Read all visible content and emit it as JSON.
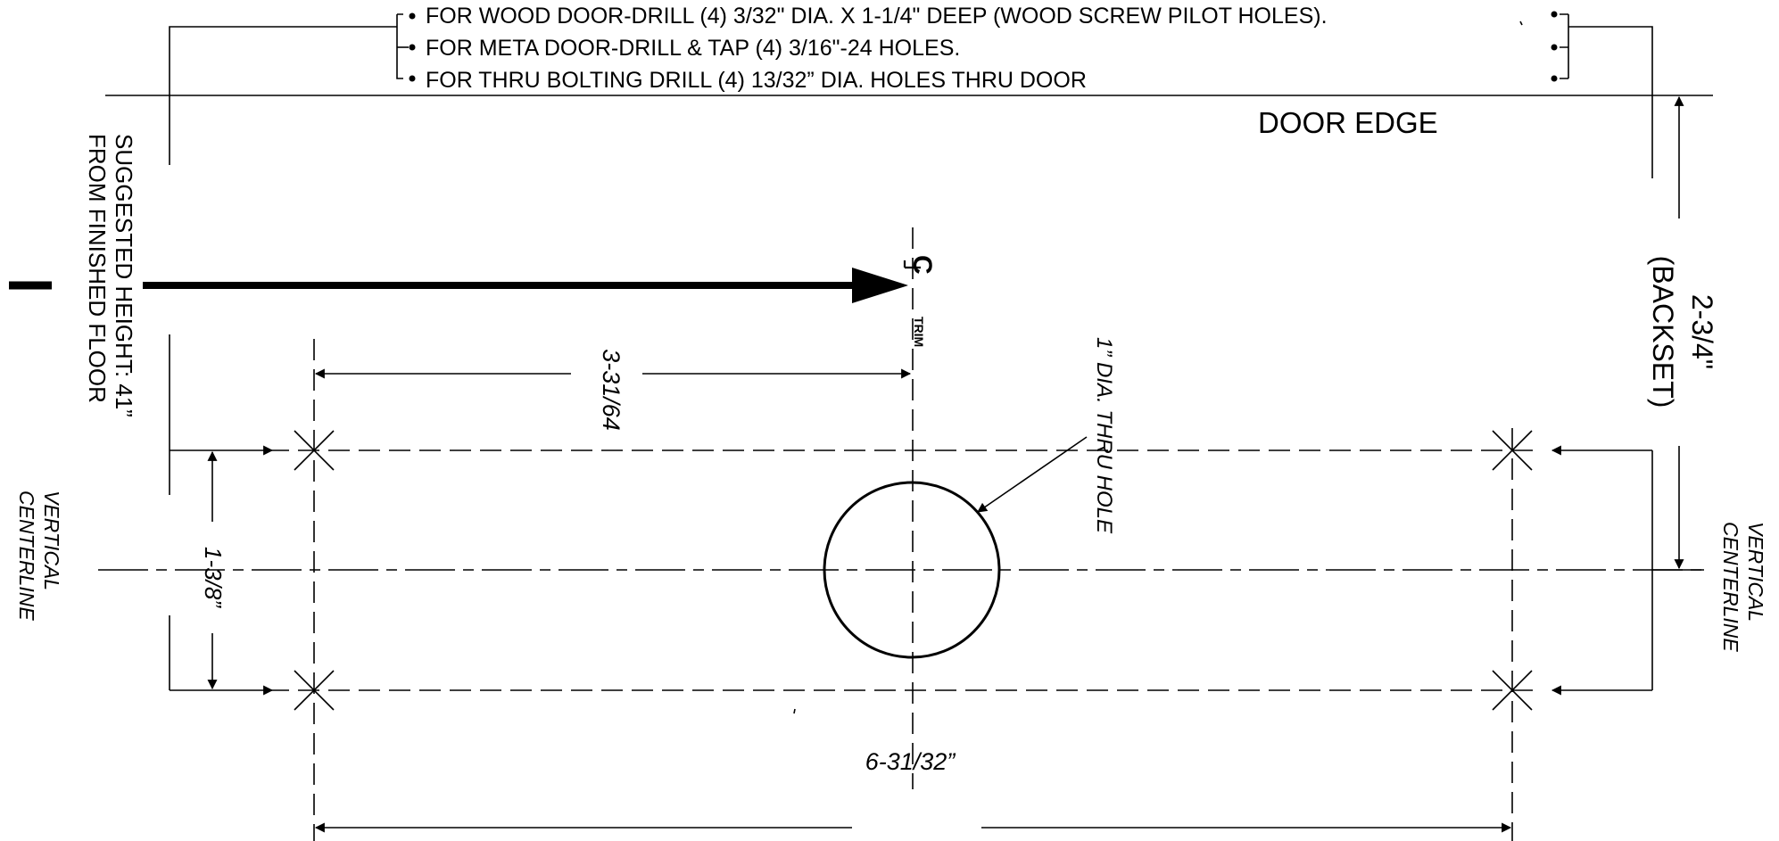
{
  "notes": [
    "FOR WOOD DOOR-DRILL (4) 3/32\" DIA. X 1-1/4\" DEEP (WOOD SCREW PILOT HOLES).",
    "FOR META DOOR-DRILL & TAP (4) 3/16\"-24 HOLES.",
    "FOR THRU BOLTING DRILL (4) 13/32” DIA. HOLES THRU DOOR"
  ],
  "door_edge_label": "DOOR EDGE",
  "height_label": {
    "line1": "SUGGESTED HEIGHT: 41”",
    "line2": "FROM FINISHED FLOOR"
  },
  "trim_centerline": {
    "symbol": "CL",
    "subscript": "TRIM"
  },
  "dimensions": {
    "half_hole_spacing": "3-31/64",
    "full_hole_spacing": "6-31/32”",
    "door_thickness": "1-3/8”",
    "backset_value": "2-3/4\"",
    "backset_label": "(BACKSET)"
  },
  "thru_hole_label": "1” DIA. THRU HOLE",
  "vertical_centerline_label": {
    "line1": "VERTICAL",
    "line2": "CENTERLINE"
  },
  "colors": {
    "ink": "#000000",
    "paper": "#ffffff"
  }
}
